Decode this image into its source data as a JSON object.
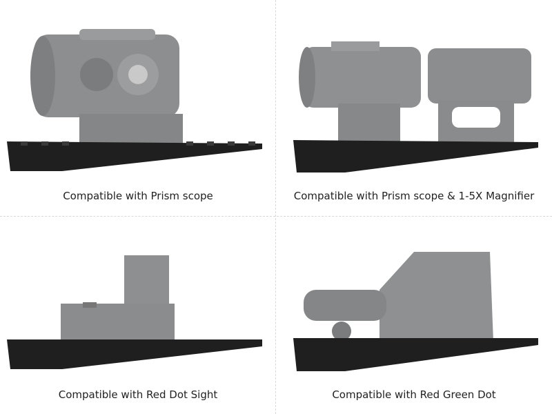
{
  "panels": [
    {
      "caption": "Compatible with Prism scope"
    },
    {
      "caption": "Compatible with Prism scope & 1-5X Magnifier"
    },
    {
      "caption": "Compatible with Red Dot Sight"
    },
    {
      "caption": "Compatible with Red Green Dot"
    }
  ],
  "colors": {
    "sight": "#8f9091",
    "rail": "#1f1f1f",
    "caption": "#222222"
  }
}
